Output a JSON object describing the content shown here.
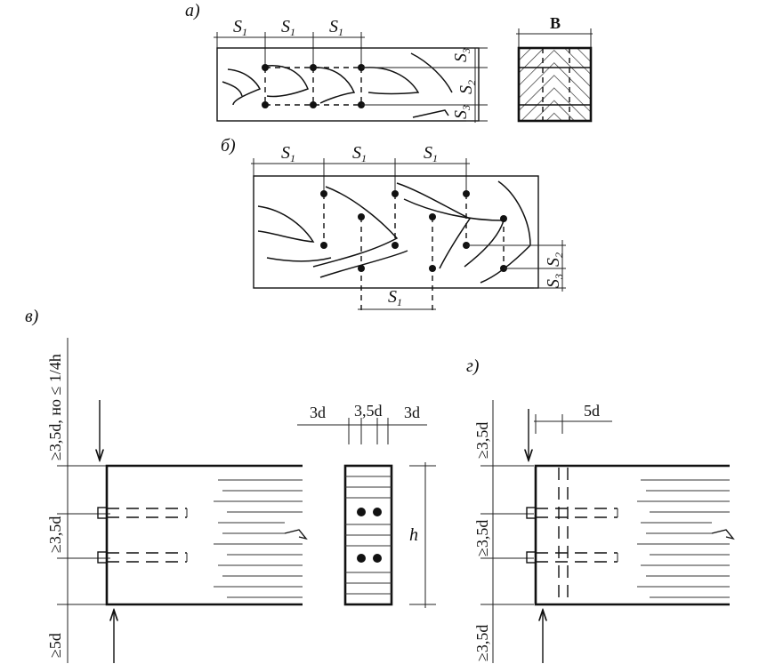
{
  "figure_a": {
    "label": "а)",
    "s1": "S",
    "s1_sub": "1",
    "s2": "S",
    "s2_sub": "2",
    "s3": "S",
    "s3_sub": "3",
    "width_label": "B"
  },
  "figure_b": {
    "label": "б)",
    "s1": "S",
    "s1_sub": "1",
    "s2": "S",
    "s2_sub": "2",
    "s3": "S",
    "s3_sub": "3"
  },
  "figure_v": {
    "label": "в)",
    "top_dim": "≥3,5d, но ≤ 1/4h",
    "mid_dim": "≥3,5d",
    "bottom_dim": "≥5d",
    "dim_3d_left": "3d",
    "dim_35d": "3,5d",
    "dim_3d_right": "3d",
    "height": "h"
  },
  "figure_g": {
    "label": "г)",
    "top_dim": "≥3,5d",
    "mid_dim": "≥3,5d",
    "bottom_dim": "≥3,5d",
    "dim_5d": "5d"
  }
}
